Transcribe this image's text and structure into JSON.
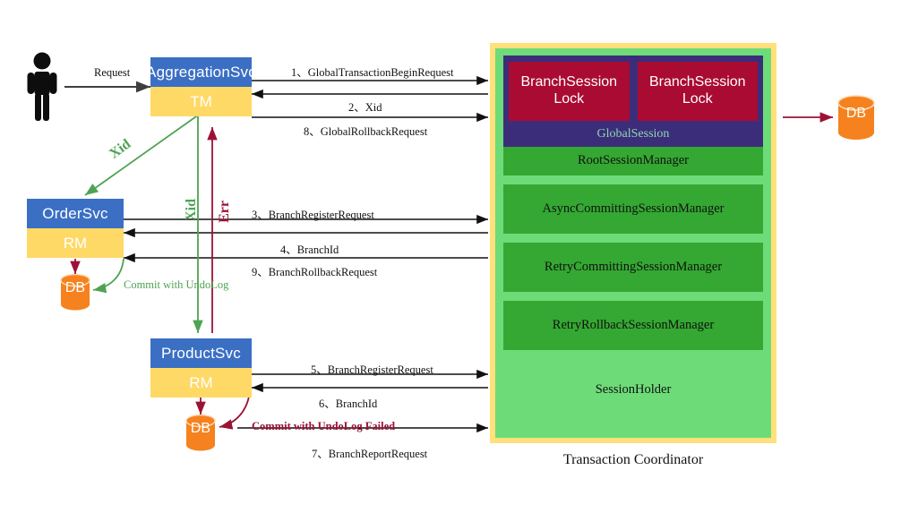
{
  "actors": {
    "user": {
      "icon": "person-icon",
      "request_label": "Request"
    },
    "aggregation": {
      "title": "AggregationSvc",
      "role": "TM"
    },
    "order": {
      "title": "OrderSvc",
      "role": "RM"
    },
    "product": {
      "title": "ProductSvc",
      "role": "RM"
    }
  },
  "databases": {
    "order_db": "DB",
    "product_db": "DB",
    "tc_db": "DB"
  },
  "flow_labels": {
    "xid_diagonal": "Xid",
    "xid_vertical": "Xid",
    "err_vertical": "Err",
    "order_commit": "Commit with UndoLog",
    "product_commit": "Commit with UndoLog Failed"
  },
  "messages": [
    {
      "seq": "1、",
      "text": "GlobalTransactionBeginRequest"
    },
    {
      "seq": "2、",
      "text": "Xid"
    },
    {
      "seq": "8、",
      "text": "GlobalRollbackRequest"
    },
    {
      "seq": "3、",
      "text": "BranchRegisterRequest"
    },
    {
      "seq": "4、",
      "text": "BranchId"
    },
    {
      "seq": "9、",
      "text": "BranchRollbackRequest"
    },
    {
      "seq": "5、",
      "text": "BranchRegisterRequest"
    },
    {
      "seq": "6、",
      "text": "BranchId"
    },
    {
      "seq": "7、",
      "text": "BranchReportRequest"
    }
  ],
  "coordinator": {
    "caption": "Transaction Coordinator",
    "branch_sessions": [
      "BranchSession\nLock",
      "BranchSession\nLock"
    ],
    "branch_session_line1": "BranchSession",
    "branch_session_line2": "Lock",
    "global_session": "GlobalSession",
    "managers": [
      "RootSessionManager",
      "AsyncCommittingSessionManager",
      "RetryCommittingSessionManager",
      "RetryRollbackSessionManager"
    ],
    "session_holder": "SessionHolder"
  },
  "colors": {
    "service_header": "#3b6fc4",
    "service_body": "#ffd966",
    "tc_border": "#ffe07a",
    "tc_bg": "#6ddc78",
    "manager": "#34a832",
    "global_session": "#3c2d7a",
    "branch_session": "#aa0b33",
    "db": "#f5821f",
    "green_flow": "#4ea352",
    "red_flow": "#9c1237"
  }
}
